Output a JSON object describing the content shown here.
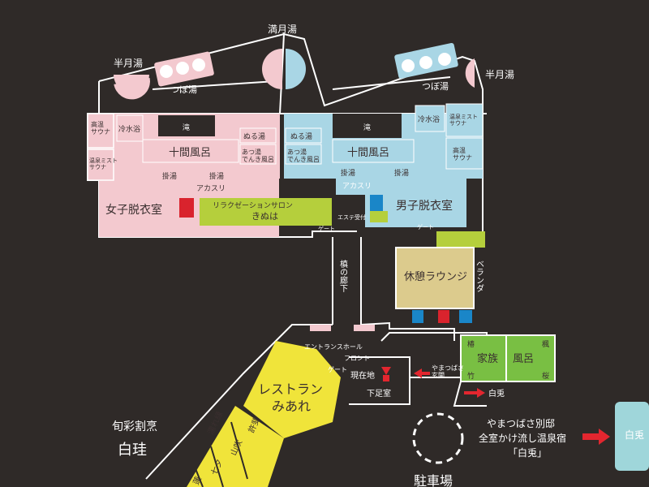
{
  "colors": {
    "background": "#2f2a28",
    "women_area": "#f3c9cf",
    "men_area": "#a9d6e5",
    "relaxation_salon": "#b5cf3c",
    "lounge": "#dccb8d",
    "family_bath": "#79bf43",
    "restaurant": "#f0e43a",
    "restroom_red": "#d9232d",
    "restroom_blue": "#1a86c8",
    "wall": "#ffffff",
    "arrow_red": "#e3262f"
  },
  "labels": {
    "mangetsu_yu": "満月湯",
    "hangetsu_left": "半月湯",
    "hangetsu_right": "半月湯",
    "tsubo_left": "つぼ湯",
    "tsubo_right": "つぼ湯",
    "koutou_sauna_left": "高温\nサウナ",
    "reisui_left": "冷水浴",
    "onsen_mist_left": "温泉ミスト\nサウナ",
    "waterfall_left": "滝",
    "jikken_left": "十間風呂",
    "nuruyu_left": "ぬる湯",
    "atsuyu_left": "あつ湯\nでんき風呂",
    "kakeyu_left_1": "掛湯",
    "kakeyu_left_2": "掛湯",
    "akasuri_left": "アカスリ",
    "women_dressing": "女子脱衣室",
    "salon_title": "リラクゼーションサロン",
    "salon_name": "きぬは",
    "nuruyu_right": "ぬる湯",
    "atsuyu_right": "あつ湯\nでんき風呂",
    "waterfall_right": "滝",
    "jikken_right": "十間風呂",
    "reisui_right": "冷水浴",
    "onsen_mist_right": "温泉ミスト\nサウナ",
    "koutou_sauna_right": "高温\nサウナ",
    "kakeyu_right_1": "掛湯",
    "kakeyu_right_2": "掛湯",
    "akasuri_right": "アカスリ",
    "men_dressing": "男子脱衣室",
    "esthe_reception": "エステ受付",
    "gate_left": "ゲート",
    "gate_right": "ゲート",
    "corridor": "槙の廊下",
    "lounge": "休憩ラウンジ",
    "veranda": "ベランダ",
    "entrance_hall": "エントランスホール",
    "front": "フロント",
    "gate_center": "ゲート",
    "current_location": "現在地",
    "shoe_room": "下足室",
    "yamatsubasa_entrance": "やまつばさ\n玄関",
    "family_bath_1": "家族",
    "family_bath_2": "風呂",
    "room_tsubaki": "椿",
    "room_kaede": "楓",
    "room_take": "竹",
    "room_sakura": "桜",
    "restaurant_1": "レストラン",
    "restaurant_2": "みあれ",
    "kappo_1": "旬彩割烹",
    "kappo_2": "白珪",
    "room_nureen": "濡れ縁",
    "room_kiyoshi": "許斐",
    "room_yamabuki": "山吹",
    "room_tanabata": "七夕",
    "room_ren": "蓮",
    "shirouso_arrow": "白兎",
    "bettei_1": "やまつばさ別邸",
    "bettei_2": "全室かけ流し温泉宿",
    "bettei_3": "「白兎」",
    "parking": "駐車場",
    "sign_small": "白兎"
  },
  "icons": [
    "restroom-icon",
    "wheelchair-icon",
    "current-location-icon",
    "arrow-right-icon",
    "arrow-left-icon",
    "rabbit-sign-icon"
  ]
}
